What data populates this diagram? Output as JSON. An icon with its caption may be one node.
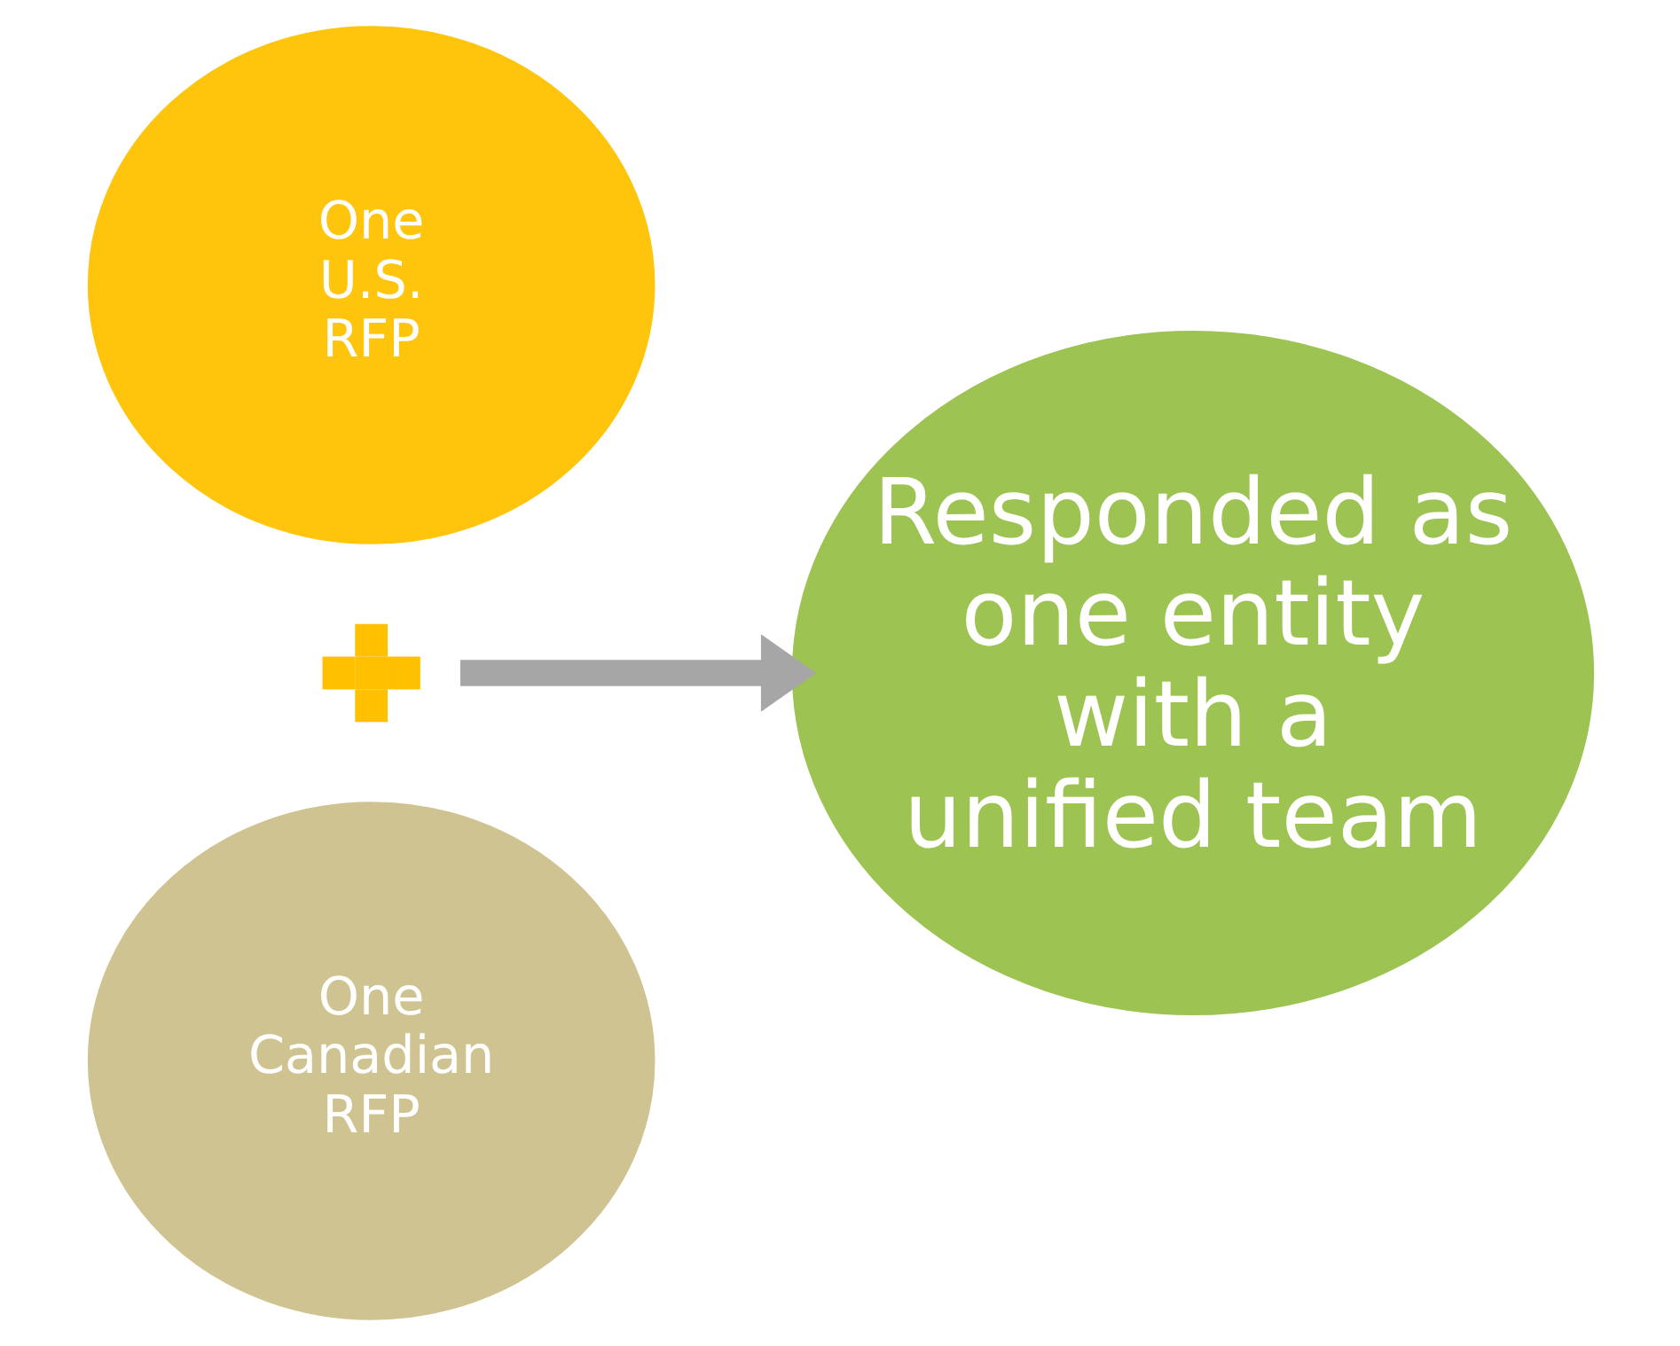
{
  "diagram": {
    "nodes": [
      {
        "text": [
          "One U.S. RFP"
        ]
      },
      {
        "text": [],
        "shape": "plus"
      },
      {
        "text": [
          "One Canadian RFP"
        ]
      },
      {
        "text": [
          "Responded as one entity with a unified team"
        ]
      }
    ],
    "edges": [
      {
        "from": 1,
        "to": 3,
        "arrow": "to",
        "color": "#a6a6a6"
      }
    ]
  }
}
